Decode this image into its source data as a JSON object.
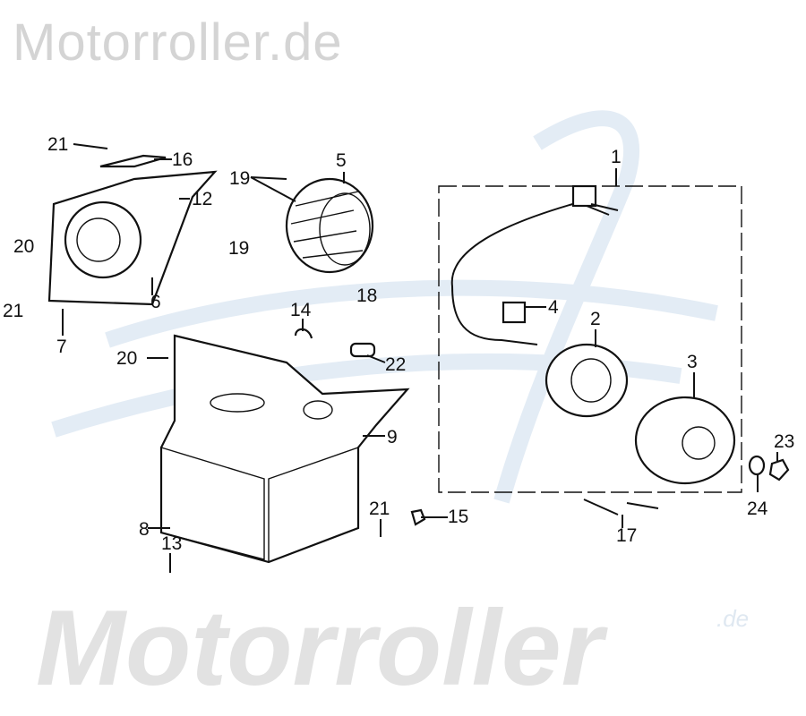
{
  "watermark": {
    "top_text": "Motorroller.de",
    "bottom_text": "Motorroller",
    "bottom_suffix": ".de",
    "color": "#d4d4d4",
    "logo_color": "#e3ecf5"
  },
  "callouts": [
    "21",
    "16",
    "19",
    "5",
    "12",
    "20",
    "6",
    "21",
    "7",
    "19",
    "14",
    "18",
    "1",
    "4",
    "2",
    "3",
    "20",
    "22",
    "9",
    "23",
    "24",
    "21",
    "15",
    "17",
    "8",
    "13"
  ]
}
